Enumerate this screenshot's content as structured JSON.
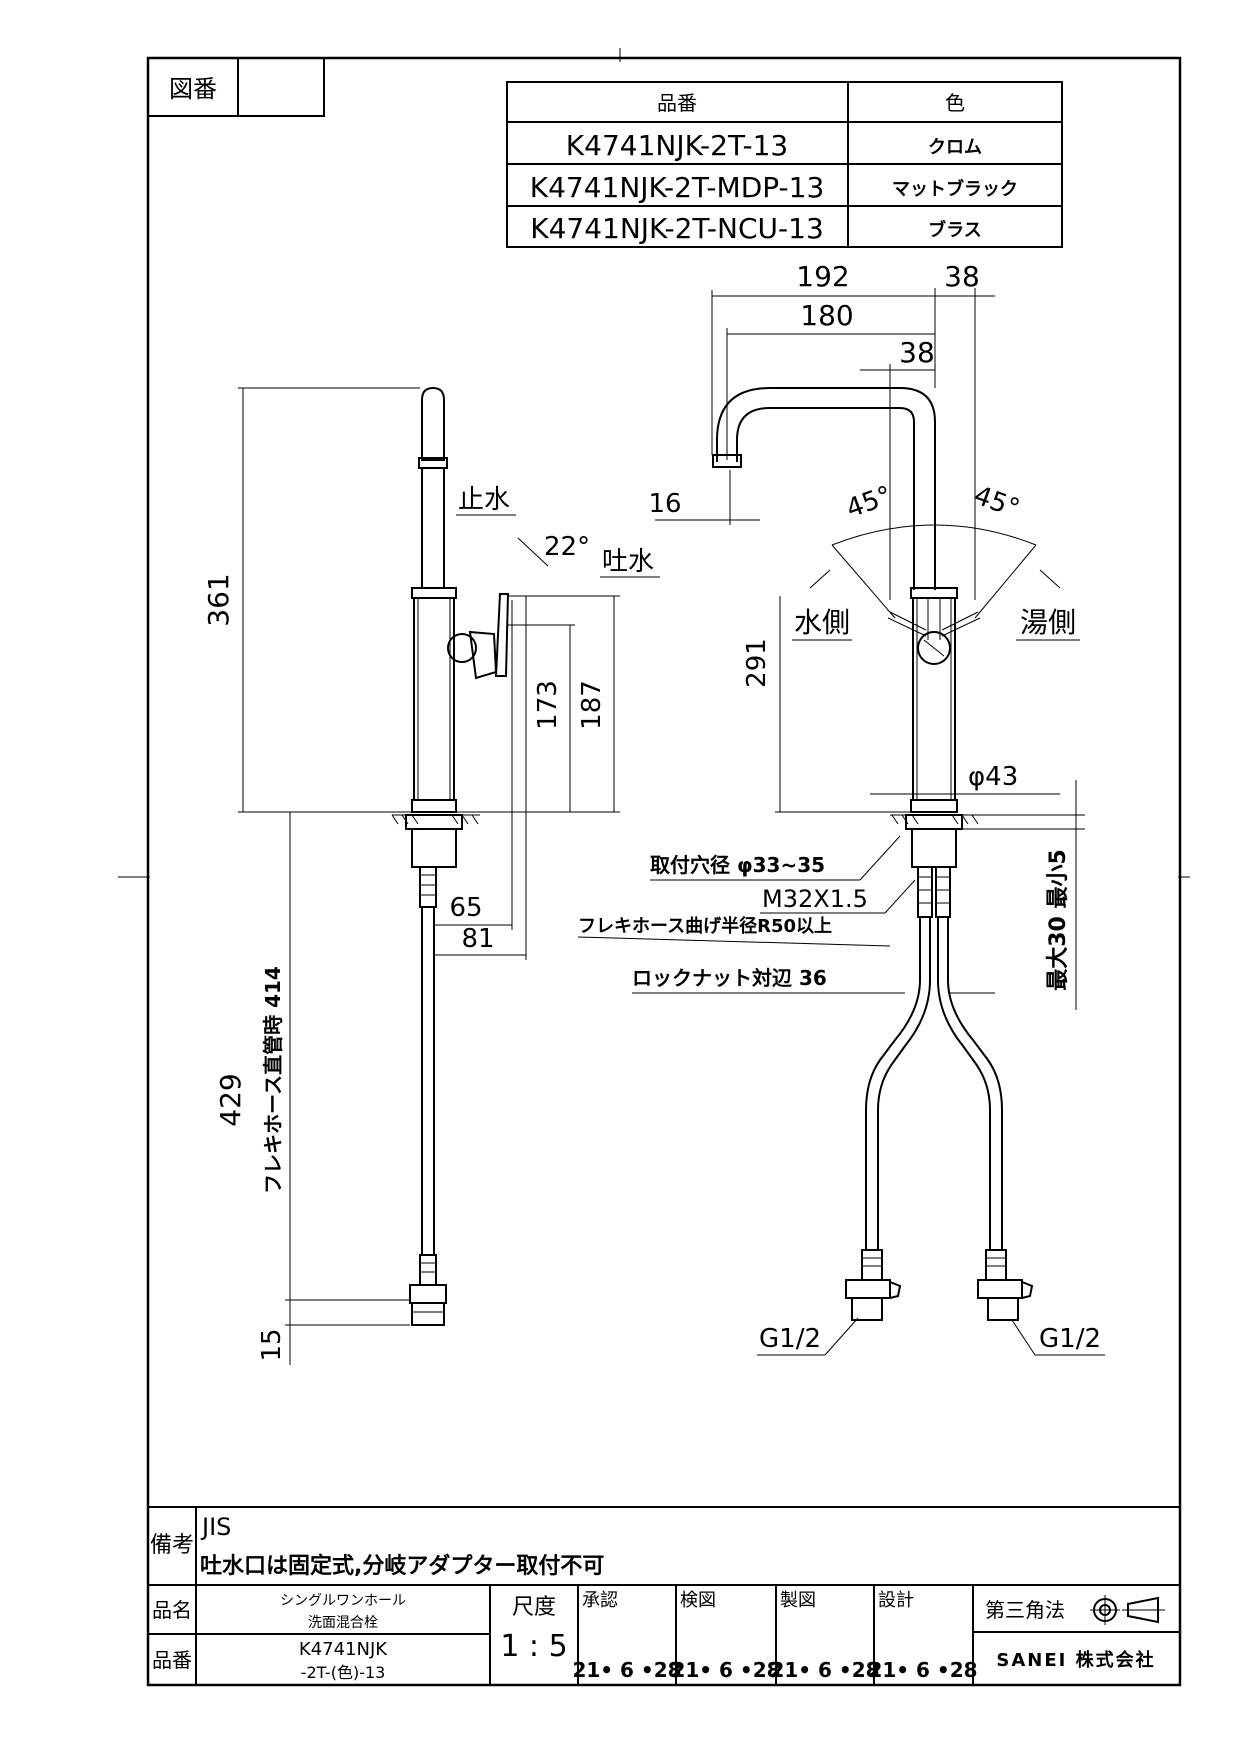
{
  "header": {
    "zuban_label": "図番",
    "zuban_value": ""
  },
  "color_table": {
    "col_part": "品番",
    "col_color": "色",
    "rows": [
      {
        "part": "K4741NJK-2T-13",
        "color": "クロム"
      },
      {
        "part": "K4741NJK-2T-MDP-13",
        "color": "マットブラック"
      },
      {
        "part": "K4741NJK-2T-NCU-13",
        "color": "ブラス"
      }
    ]
  },
  "side_view": {
    "dim_total": "361",
    "dim_handle1": "173",
    "dim_handle2": "187",
    "label_stop": "止水",
    "label_angle": "22°",
    "label_discharge": "吐水",
    "dim_65": "65",
    "dim_81": "81",
    "dim_429": "429",
    "hose_note": "フレキホース直管時 414",
    "dim_15": "15"
  },
  "front_view": {
    "dim_192": "192",
    "dim_38a": "38",
    "dim_180": "180",
    "dim_38b": "38",
    "dim_16": "16",
    "angle_left": "45°",
    "angle_right": "45°",
    "label_cold": "水側",
    "label_hot": "湯側",
    "dim_291": "291",
    "dim_dia43": "φ43",
    "note_hole": "取付穴径 φ33~35",
    "note_thread": "M32X1.5",
    "note_hose_bend": "フレキホース曲げ半径R50以上",
    "note_locknut": "ロックナット対辺 36",
    "note_thickness": "最大30 最小5",
    "conn_left": "G1/2",
    "conn_right": "G1/2"
  },
  "notes": {
    "biko_label": "備考",
    "line1": "JIS",
    "line2": "吐水口は固定式,分岐アダプター取付不可"
  },
  "title_block": {
    "hinmei_label": "品名",
    "hinmei_line1": "シングルワンホール",
    "hinmei_line2": "洗面混合栓",
    "hinban_label": "品番",
    "hinban_line1": "K4741NJK",
    "hinban_line2": "-2T-(色)-13",
    "scale_label": "尺度",
    "scale_value": "1 : 5",
    "approve_label": "承認",
    "check_label": "検図",
    "draw_label": "製図",
    "design_label": "設計",
    "approve_date": "21• 6 •28",
    "check_date": "21• 6 •28",
    "draw_date": "21• 6 •28",
    "design_date": "21• 6 •28",
    "projection": "第三角法",
    "company": "SANEI 株式会社"
  }
}
